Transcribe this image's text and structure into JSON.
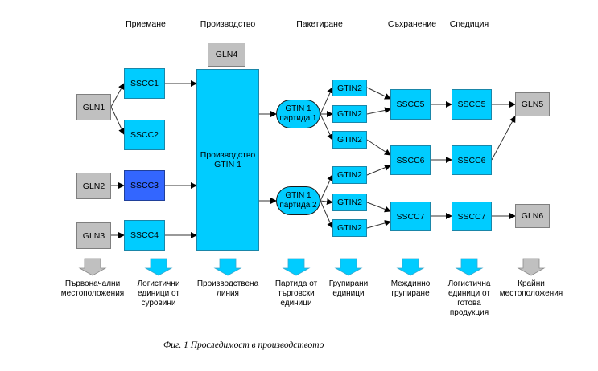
{
  "headers": [
    "Приемане",
    "Производство",
    "Пакетиране",
    "Съхранение",
    "Спедиция"
  ],
  "nodes": {
    "gln1": "GLN1",
    "gln2": "GLN2",
    "gln3": "GLN3",
    "gln4": "GLN4",
    "gln5": "GLN5",
    "gln6": "GLN6",
    "sscc1": "SSCC1",
    "sscc2": "SSCC2",
    "sscc3": "SSCC3",
    "sscc4": "SSCC4",
    "production_line1": "Производство",
    "production_line2": "GTIN 1",
    "batch1_line1": "GTIN 1",
    "batch1_line2": "партида 1",
    "batch2_line1": "GTIN 1",
    "batch2_line2": "партида 2",
    "gtin2": "GTIN2",
    "sscc5": "SSCC5",
    "sscc6": "SSCC6",
    "sscc7": "SSCC7"
  },
  "colors": {
    "cyan": "#00ccff",
    "blue": "#3366ff",
    "grey": "#c0c0c0"
  },
  "legend": [
    {
      "lines": [
        "Първоначални",
        "местоположения"
      ],
      "color": "grey"
    },
    {
      "lines": [
        "Логистични",
        "единици от",
        "суровини"
      ],
      "color": "cyan"
    },
    {
      "lines": [
        "Производствена",
        "линия"
      ],
      "color": "cyan"
    },
    {
      "lines": [
        "Партида от",
        "търговски",
        "единици"
      ],
      "color": "cyan"
    },
    {
      "lines": [
        "Групирани",
        "единици"
      ],
      "color": "cyan"
    },
    {
      "lines": [
        "Междинно",
        "групиране"
      ],
      "color": "cyan"
    },
    {
      "lines": [
        "Логистична",
        "единици от",
        "готова",
        "продукция"
      ],
      "color": "cyan"
    },
    {
      "lines": [
        "Крайни",
        "местоположения"
      ],
      "color": "grey"
    }
  ],
  "caption": "Фиг. 1 Проследимост в производството"
}
